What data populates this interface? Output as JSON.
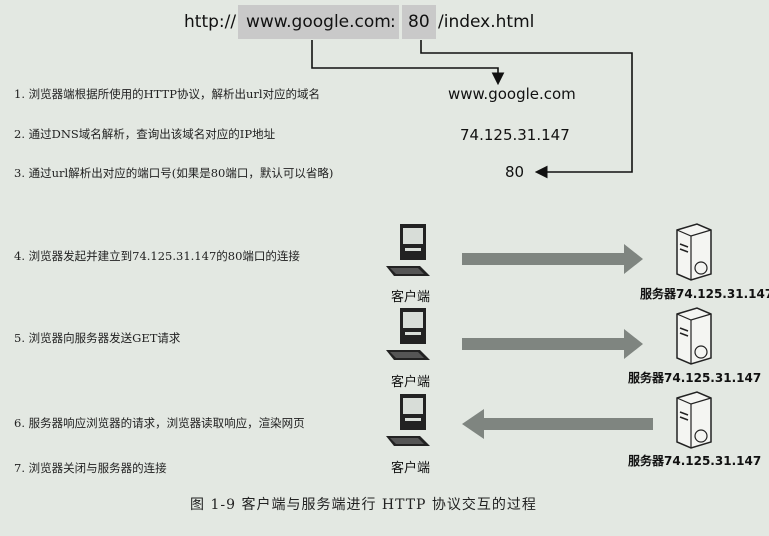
{
  "url": {
    "scheme": "http://",
    "host": "www.google.com",
    "colon": ":",
    "port": "80",
    "path": "/index.html"
  },
  "steps": [
    "1. 浏览器端根据所使用的HTTP协议，解析出url对应的域名",
    "2. 通过DNS域名解析，查询出该域名对应的IP地址",
    "3. 通过url解析出对应的端口号(如果是80端口，默认可以省略)",
    "4. 浏览器发起并建立到74.125.31.147的80端口的连接",
    "5. 浏览器向服务器发送GET请求",
    "6. 服务器响应浏览器的请求，浏览器读取响应，渲染网页",
    "7. 浏览器关闭与服务器的连接"
  ],
  "results": {
    "domain": "www.google.com",
    "ip": "74.125.31.147",
    "port": "80"
  },
  "client_label": "客户端",
  "server_label": "服务器74.125.31.147",
  "caption": "图 1-9   客户端与服务端进行 HTTP 协议交互的过程",
  "colors": {
    "background": "#e3e8e2",
    "url_highlight": "#c9c9c9",
    "arrow": "#7f8580",
    "line": "#111111"
  }
}
